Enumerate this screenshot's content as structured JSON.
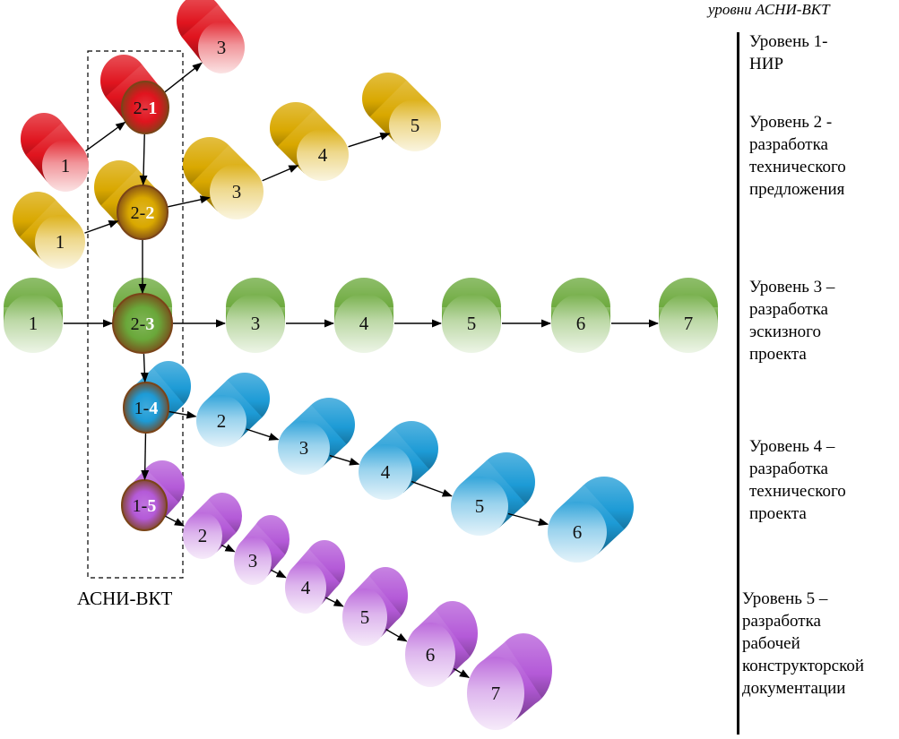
{
  "legend_title": "уровни АСНИ-ВКТ",
  "asni_label": "АСНИ-ВКТ",
  "levels": [
    [
      "Уровень 1-",
      "НИР"
    ],
    [
      "Уровень 2 -",
      "разработка",
      "технического",
      "предложения"
    ],
    [
      "Уровень 3 –",
      "разработка",
      "эскизного",
      "проекта"
    ],
    [
      "Уровень 4 –",
      "разработка",
      "технического",
      "проекта"
    ],
    [
      "Уровень 5 –",
      "разработка",
      "рабочей",
      "конструкторской",
      "документации"
    ]
  ],
  "colors": {
    "red": "#e0141e",
    "gold": "#d9a800",
    "green": "#6aa83a",
    "blue": "#1d9bd6",
    "purple": "#b45ad8",
    "hub": "#7a4418"
  },
  "nodes": [
    {
      "id": "r1",
      "color": "red",
      "parts": [
        "1"
      ]
    },
    {
      "id": "r21",
      "color": "red",
      "hub": true,
      "parts": [
        "2-",
        "1"
      ]
    },
    {
      "id": "r3",
      "color": "red",
      "parts": [
        "3"
      ]
    },
    {
      "id": "y1",
      "color": "gold",
      "parts": [
        "1"
      ]
    },
    {
      "id": "y22",
      "color": "gold",
      "hub": true,
      "parts": [
        "2-",
        "2"
      ]
    },
    {
      "id": "y3",
      "color": "gold",
      "parts": [
        "3"
      ]
    },
    {
      "id": "y4",
      "color": "gold",
      "parts": [
        "4"
      ]
    },
    {
      "id": "y5",
      "color": "gold",
      "parts": [
        "5"
      ]
    },
    {
      "id": "g1",
      "color": "green",
      "parts": [
        "1"
      ]
    },
    {
      "id": "g23",
      "color": "green",
      "hub": true,
      "parts": [
        "2-",
        "3"
      ]
    },
    {
      "id": "g3",
      "color": "green",
      "parts": [
        "3"
      ]
    },
    {
      "id": "g4",
      "color": "green",
      "parts": [
        "4"
      ]
    },
    {
      "id": "g5",
      "color": "green",
      "parts": [
        "5"
      ]
    },
    {
      "id": "g6",
      "color": "green",
      "parts": [
        "6"
      ]
    },
    {
      "id": "g7",
      "color": "green",
      "parts": [
        "7"
      ]
    },
    {
      "id": "b14",
      "color": "blue",
      "hub": true,
      "parts": [
        "1-",
        "4"
      ]
    },
    {
      "id": "b2",
      "color": "blue",
      "parts": [
        "2"
      ]
    },
    {
      "id": "b3",
      "color": "blue",
      "parts": [
        "3"
      ]
    },
    {
      "id": "b4",
      "color": "blue",
      "parts": [
        "4"
      ]
    },
    {
      "id": "b5",
      "color": "blue",
      "parts": [
        "5"
      ]
    },
    {
      "id": "b6",
      "color": "blue",
      "parts": [
        "6"
      ]
    },
    {
      "id": "p15",
      "color": "purple",
      "hub": true,
      "parts": [
        "1-",
        "5"
      ]
    },
    {
      "id": "p2",
      "color": "purple",
      "parts": [
        "2"
      ]
    },
    {
      "id": "p3",
      "color": "purple",
      "parts": [
        "3"
      ]
    },
    {
      "id": "p4",
      "color": "purple",
      "parts": [
        "4"
      ]
    },
    {
      "id": "p5",
      "color": "purple",
      "parts": [
        "5"
      ]
    },
    {
      "id": "p6",
      "color": "purple",
      "parts": [
        "6"
      ]
    },
    {
      "id": "p7",
      "color": "purple",
      "parts": [
        "7"
      ]
    }
  ],
  "edges": [
    [
      "r1",
      "r21"
    ],
    [
      "r21",
      "r3"
    ],
    [
      "r21",
      "y22"
    ],
    [
      "y1",
      "y22"
    ],
    [
      "y22",
      "y3"
    ],
    [
      "y3",
      "y4"
    ],
    [
      "y4",
      "y5"
    ],
    [
      "y22",
      "g23"
    ],
    [
      "g1",
      "g23"
    ],
    [
      "g23",
      "g3"
    ],
    [
      "g3",
      "g4"
    ],
    [
      "g4",
      "g5"
    ],
    [
      "g5",
      "g6"
    ],
    [
      "g6",
      "g7"
    ],
    [
      "g23",
      "b14"
    ],
    [
      "b14",
      "b2"
    ],
    [
      "b2",
      "b3"
    ],
    [
      "b3",
      "b4"
    ],
    [
      "b4",
      "b5"
    ],
    [
      "b5",
      "b6"
    ],
    [
      "b14",
      "p15"
    ],
    [
      "p15",
      "p2"
    ],
    [
      "p2",
      "p3"
    ],
    [
      "p3",
      "p4"
    ],
    [
      "p4",
      "p5"
    ],
    [
      "p5",
      "p6"
    ],
    [
      "p6",
      "p7"
    ]
  ]
}
